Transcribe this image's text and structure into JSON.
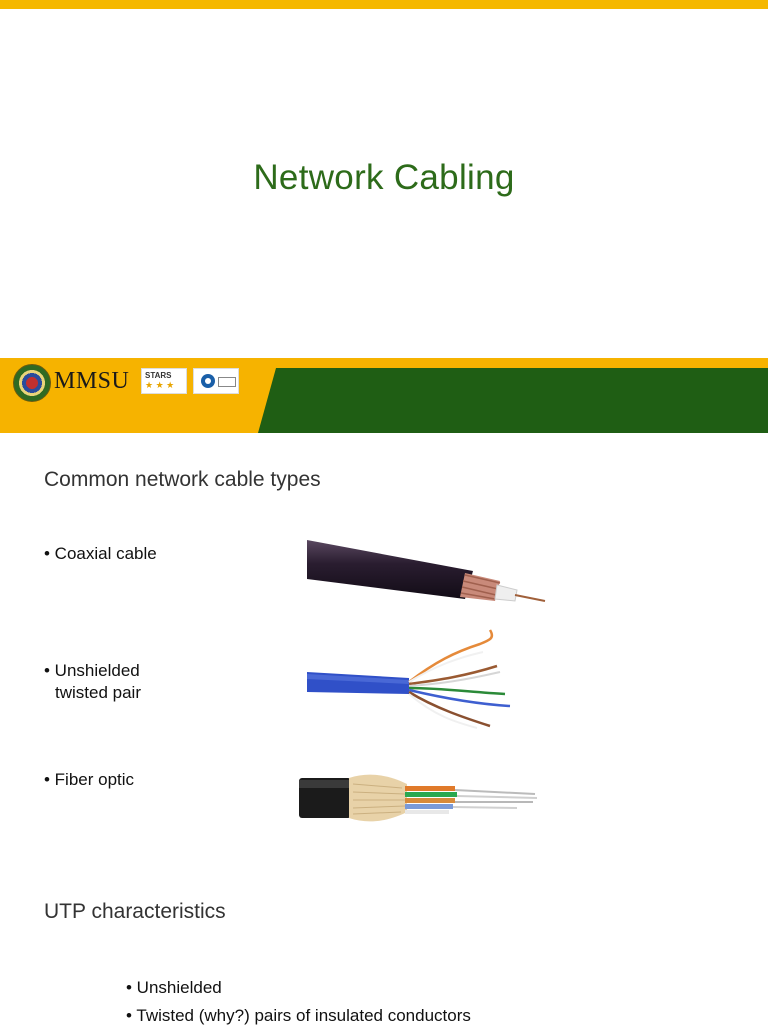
{
  "slide1": {
    "title": "Network Cabling"
  },
  "banner": {
    "logo_text": "MMSU",
    "stars_badge_text": "STARS",
    "stars_rating": "★ ★ ★"
  },
  "slide2": {
    "heading": "Common network cable types",
    "bullets": [
      {
        "line1": "• Coaxial cable"
      },
      {
        "line1": "• Unshielded",
        "line2": "twisted pair"
      },
      {
        "line1": "• Fiber optic"
      }
    ]
  },
  "slide3": {
    "heading": "UTP characteristics",
    "bullets": [
      "• Unshielded",
      "• Twisted (why?) pairs of insulated conductors"
    ]
  },
  "colors": {
    "accent_yellow": "#f6b300",
    "accent_green": "#1f5e14",
    "title_green": "#2d6b1a"
  }
}
